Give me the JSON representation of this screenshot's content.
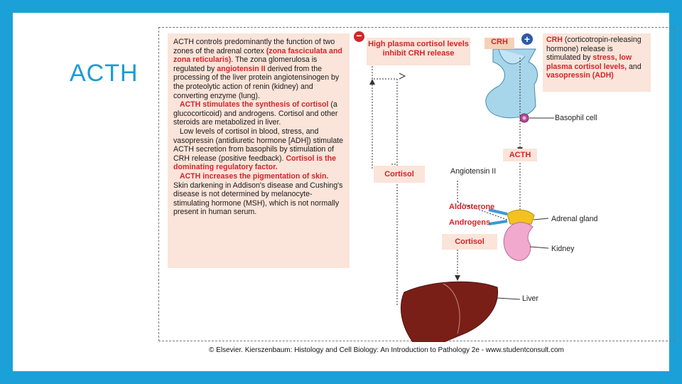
{
  "slide": {
    "title": "ACTH",
    "background_color": "#1ba1d8",
    "title_color": "#1c9bd3"
  },
  "textbox": {
    "lines": [
      {
        "text": "ACTH controls predominantly the function of two zones of the adrenal cortex ",
        "style": "normal"
      },
      {
        "text": "(zona fasciculata and zona reticularis)",
        "style": "red"
      },
      {
        "text": ". The zona glomerulosa is regulated by ",
        "style": "normal"
      },
      {
        "text": "angiotensin II",
        "style": "red"
      },
      {
        "text": " derived from the processing of the liver protein angiotensinogen by the proteolytic action of renin (kidney) and converting enzyme (lung).",
        "style": "normal"
      }
    ],
    "para2_red": "ACTH stimulates the synthesis of cortisol",
    "para2_rest": " (a glucocorticoid) and androgens. Cortisol and other steroids are metabolized in liver.",
    "para3_a": "Low levels of cortisol in blood, stress, and vasopressin (antidiuretic hormone [ADH]) stimulate ACTH secretion from basophils by stimulation of CRH release (positive feedback). ",
    "para3_red": "Cortisol is the dominating regulatory factor.",
    "para4_red": "ACTH increases the pigmentation of skin.",
    "para5": "Skin darkening in Addison's disease and Cushing's disease is not determined by melanocyte-stimulating hormone (MSH), which is not normally present in human serum."
  },
  "diagram": {
    "minus_symbol": "−",
    "plus_symbol": "+",
    "feedback_label_1": "High plasma cortisol levels",
    "feedback_label_2": "inhibit CRH release",
    "crh_label": "CRH",
    "crh_box": {
      "red_a": "CRH",
      "text_a": " (corticotropin-releasing hormone) release is stimulated by ",
      "red_b": "stress, low plasma cortisol levels,",
      "text_b": " and ",
      "red_c": "vasopressin (ADH)"
    },
    "basophil_cell": "Basophil cell",
    "acth_label": "ACTH",
    "cortisol_label_left": "Cortisol",
    "angiotensin_label": "Angiotensin II",
    "aldosterone_label": "Aldosterone",
    "androgens_label": "Androgens",
    "cortisol_label_bottom": "Cortisol",
    "adrenal_gland": "Adrenal gland",
    "kidney": "Kidney",
    "liver": "Liver"
  },
  "copyright": "© Elsevier. Kierszenbaum: Histology and Cell Biology: An Introduction to Pathology 2e - www.studentconsult.com"
}
